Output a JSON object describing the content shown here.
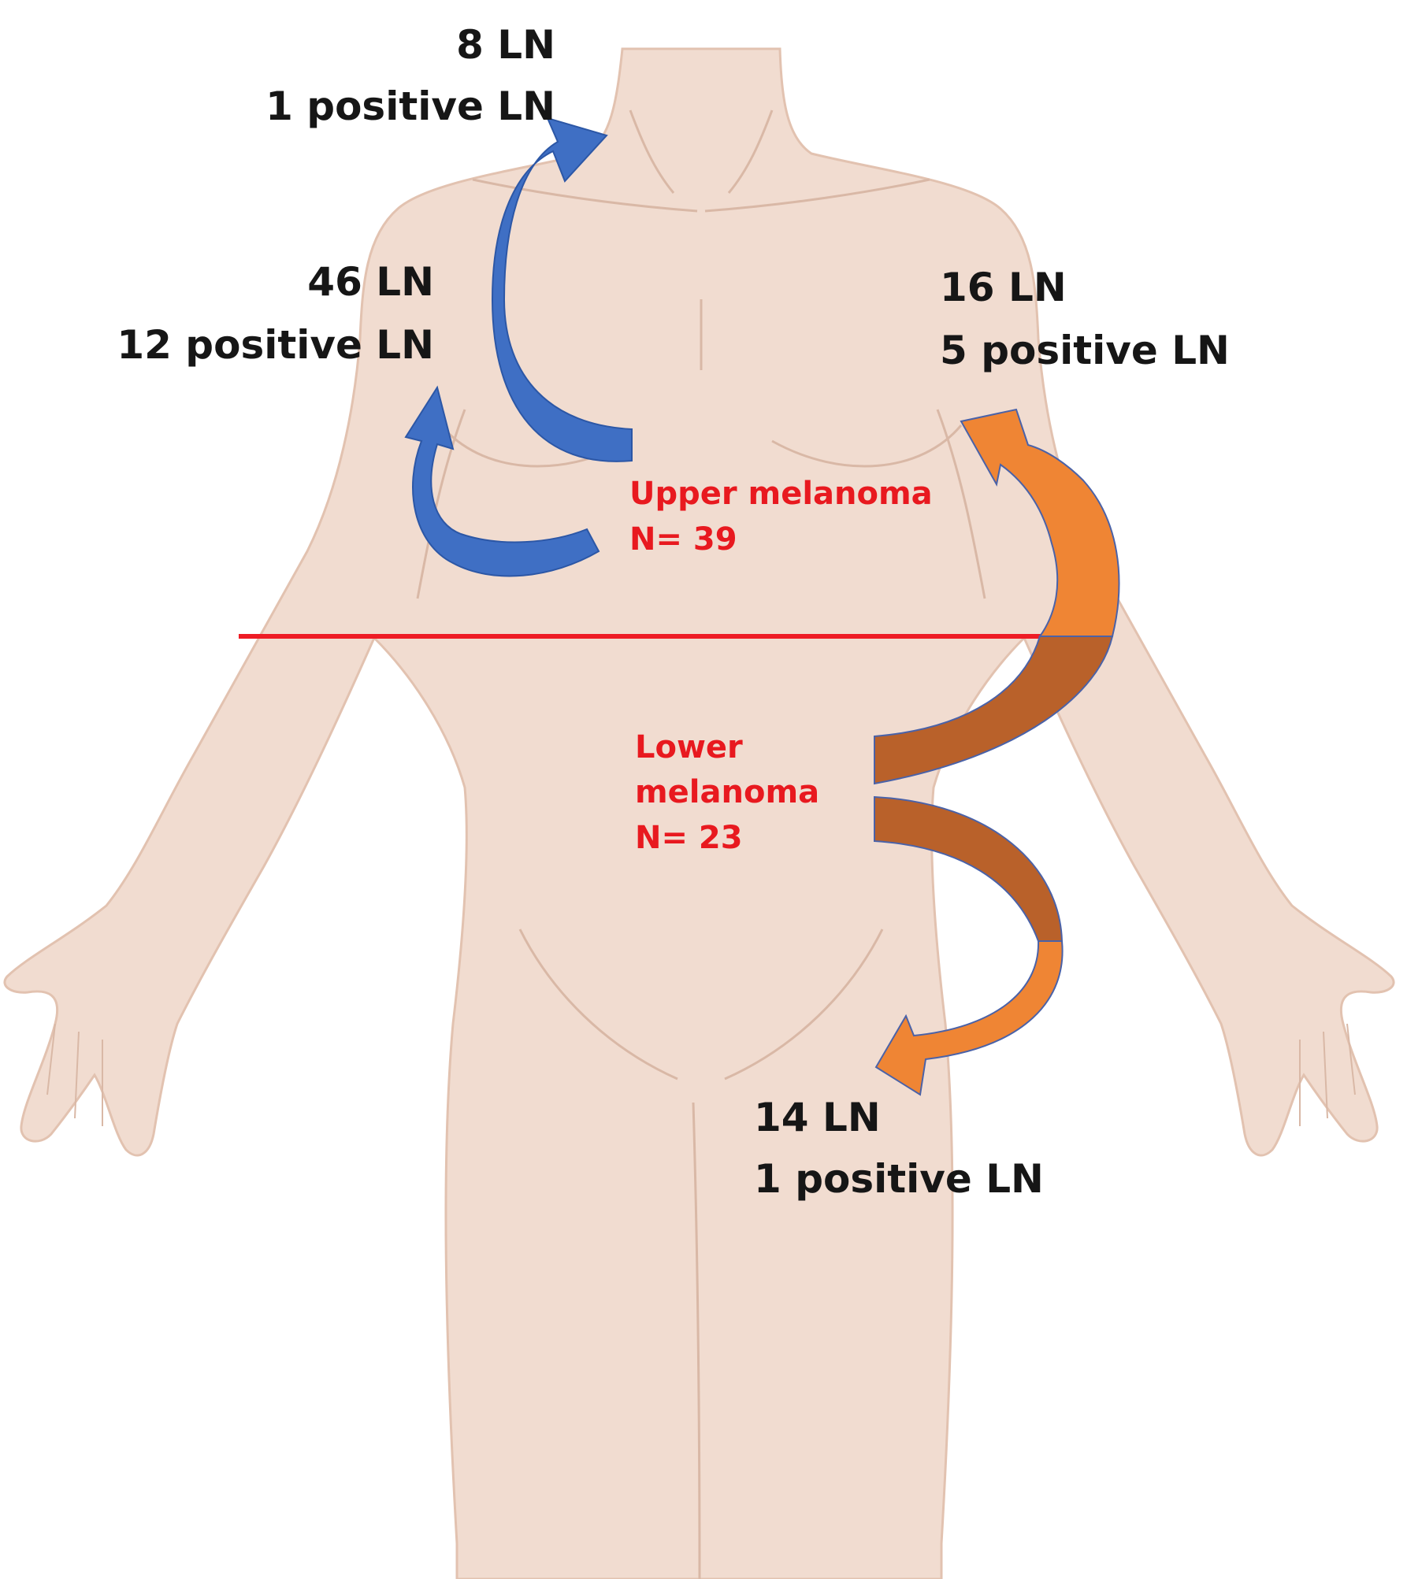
{
  "colors": {
    "skin": "#f1dcd0",
    "skin_outline": "#e2c2b0",
    "crease": "#d9b8a6",
    "blue_arrow": "#3f6fc4",
    "blue_arrow_dark": "#2c57a6",
    "orange_arrow": "#ef8534",
    "brown_arrow": "#b9612a",
    "arrow_outline": "#4a62a8",
    "divider_line": "#ee1c25",
    "label_dark": "#161616",
    "label_red": "#e8191f"
  },
  "divider": {
    "name": "upper-lower-divider"
  },
  "labels": {
    "neck": {
      "line1": "8 LN",
      "line2": "1 positive LN"
    },
    "left_axilla": {
      "line1": "46 LN",
      "line2": "12 positive LN"
    },
    "right_axilla": {
      "line1": "16 LN",
      "line2": "5 positive LN"
    },
    "groin": {
      "line1": "14 LN",
      "line2": "1 positive LN"
    },
    "upper_melanoma": {
      "line1": "Upper melanoma",
      "line2": "N= 39"
    },
    "lower_melanoma": {
      "line1": "Lower",
      "line2": "melanoma",
      "line3": "N= 23"
    }
  }
}
